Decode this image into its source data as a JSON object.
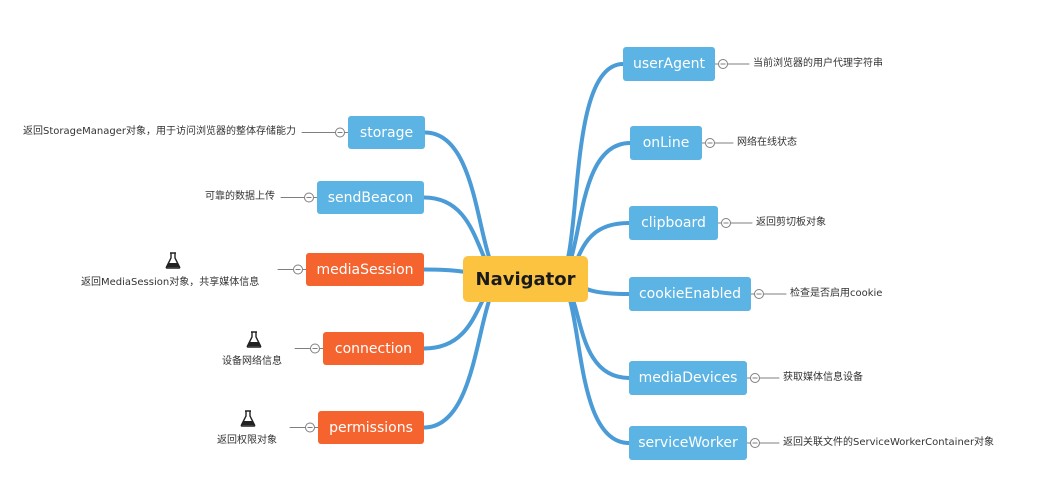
{
  "root": {
    "label": "Navigator"
  },
  "colors": {
    "root": "#fbc340",
    "blue": "#5bb4e4",
    "orange": "#f5642e",
    "line": "#4a9bd6",
    "leaf_line": "#7f7f7f"
  },
  "right_nodes": [
    {
      "label": "userAgent",
      "desc": "当前浏览器的用户代理字符串",
      "color": "blue"
    },
    {
      "label": "onLine",
      "desc": "网络在线状态",
      "color": "blue"
    },
    {
      "label": "clipboard",
      "desc": "返回剪切板对象",
      "color": "blue"
    },
    {
      "label": "cookieEnabled",
      "desc": "检查是否启用cookie",
      "color": "blue"
    },
    {
      "label": "mediaDevices",
      "desc": "获取媒体信息设备",
      "color": "blue"
    },
    {
      "label": "serviceWorker",
      "desc": "返回关联文件的ServiceWorkerContainer对象",
      "color": "blue"
    }
  ],
  "left_nodes": [
    {
      "label": "storage",
      "desc": "返回StorageManager对象，用于访问浏览器的整体存储能力",
      "color": "blue",
      "experimental": false
    },
    {
      "label": "sendBeacon",
      "desc": "可靠的数据上传",
      "color": "blue",
      "experimental": false
    },
    {
      "label": "mediaSession",
      "desc": "返回MediaSession对象，共享媒体信息",
      "color": "orange",
      "experimental": true,
      "icon": "flask-icon"
    },
    {
      "label": "connection",
      "desc": "设备网络信息",
      "color": "orange",
      "experimental": true,
      "icon": "flask-icon"
    },
    {
      "label": "permissions",
      "desc": "返回权限对象",
      "color": "orange",
      "experimental": true,
      "icon": "flask-icon"
    }
  ]
}
